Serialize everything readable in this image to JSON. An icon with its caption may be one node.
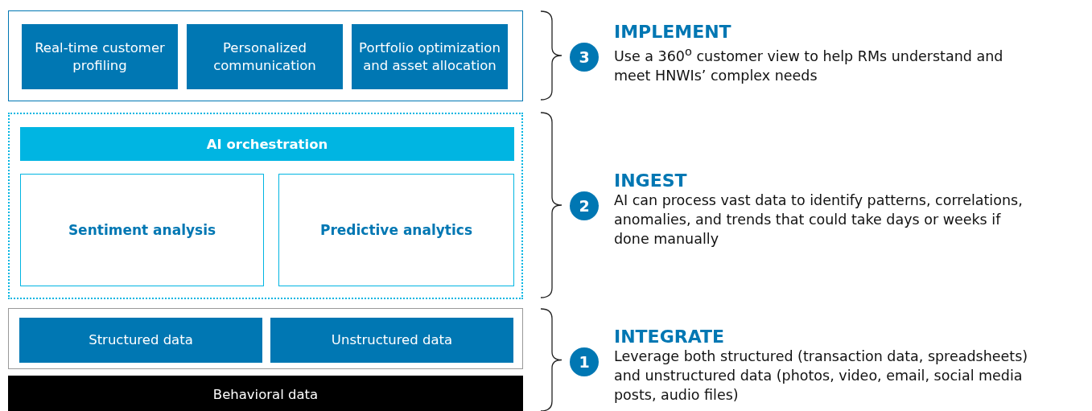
{
  "diagram": {
    "nodes": [
      {
        "text": [],
        "shape": "box"
      },
      {
        "text": [
          "Real-time customer profiling"
        ],
        "in": 0
      },
      {
        "text": [
          "Personalized communication"
        ],
        "in": 0
      },
      {
        "text": [
          "Portfolio optimization and asset allocation"
        ],
        "in": 0
      },
      {
        "text": [],
        "shape": "box"
      },
      {
        "text": [
          "AI orchestration"
        ],
        "in": 4
      },
      {
        "text": [
          "Sentiment analysis"
        ],
        "in": 4
      },
      {
        "text": [
          "Predictive analytics"
        ],
        "in": 4
      },
      {
        "text": [],
        "shape": "box"
      },
      {
        "text": [
          "Structured data"
        ],
        "in": 8
      },
      {
        "text": [
          "Unstructured data"
        ],
        "in": 8
      },
      {
        "text": [
          "Behavioral data"
        ]
      },
      {
        "text": [
          "3"
        ],
        "beside": [
          "IMPLEMENT",
          "Use a 360$^{o}$ customer view to help RMs understand and meet HNWIs’ complex needs"
        ]
      },
      {
        "text": [
          "2"
        ],
        "beside": [
          "INGEST",
          "AI can process vast data to identify patterns, correlations, anomalies, and trends that could take days or weeks if done manually"
        ]
      },
      {
        "text": [
          "1"
        ],
        "beside": [
          "INTEGRATE",
          "Leverage both structured (transaction data, spreadsheets) and unstructured data (photos, video, email, social media posts, audio files)"
        ]
      }
    ],
    "edges": []
  }
}
